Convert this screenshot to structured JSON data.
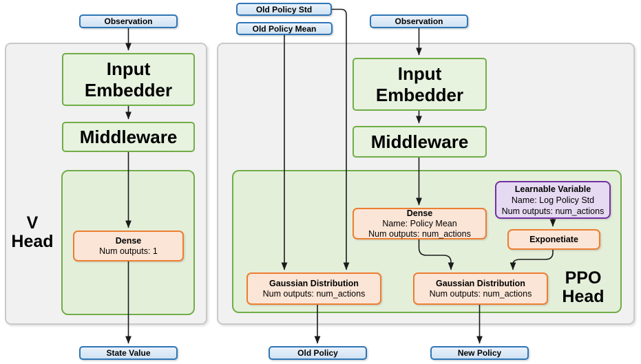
{
  "colors": {
    "panel_fill": "#f1f1f1",
    "panel_border": "#c9c9c9",
    "blue_fill": "#d9e8f7",
    "blue_border": "#2e75b6",
    "green_fill": "#e7f2df",
    "green_border": "#70ad47",
    "orange_fill": "#fbe5d6",
    "orange_border": "#ed7d31",
    "purple_fill": "#e6d9f2",
    "purple_border": "#7030a0",
    "connector": "#1a1a1a"
  },
  "v_head": {
    "head_label": {
      "line1": "V",
      "line2": "Head"
    },
    "inputs": {
      "observation": "Observation"
    },
    "blocks": {
      "input_embedder": "Input Embedder",
      "middleware": "Middleware"
    },
    "dense": {
      "title": "Dense",
      "outputs": "Num outputs: 1"
    },
    "outputs": {
      "state_value": "State Value"
    }
  },
  "ppo_head": {
    "head_label": {
      "line1": "PPO",
      "line2": "Head"
    },
    "inputs": {
      "old_policy_std": "Old Policy Std",
      "old_policy_mean": "Old Policy Mean",
      "observation": "Observation"
    },
    "blocks": {
      "input_embedder": "Input Embedder",
      "middleware": "Middleware"
    },
    "dense": {
      "title": "Dense",
      "name": "Name: Policy Mean",
      "outputs": "Num outputs: num_actions"
    },
    "learnable_variable": {
      "title": "Learnable Variable",
      "name": "Name: Log Policy Std",
      "outputs": "Num outputs: num_actions"
    },
    "exponetiate": "Exponetiate",
    "gaussian_old": {
      "title": "Gaussian Distribution",
      "outputs": "Num outputs: num_actions"
    },
    "gaussian_new": {
      "title": "Gaussian Distribution",
      "outputs": "Num outputs: num_actions"
    },
    "outputs": {
      "old_policy": "Old Policy",
      "new_policy": "New Policy"
    }
  }
}
